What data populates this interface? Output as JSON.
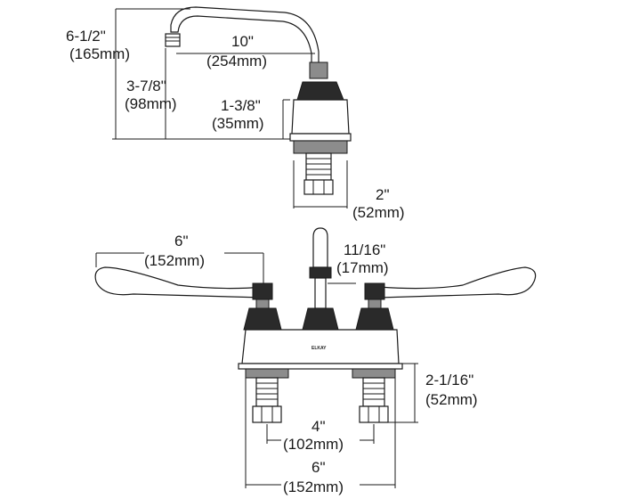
{
  "dimensions": {
    "overall_height": {
      "in": "6-1/2\"",
      "mm": "(165mm)"
    },
    "spout_reach": {
      "in": "10\"",
      "mm": "(254mm)"
    },
    "spout_height": {
      "in": "3-7/8\"",
      "mm": "(98mm)"
    },
    "base_height": {
      "in": "1-3/8\"",
      "mm": "(35mm)"
    },
    "base_width": {
      "in": "2\"",
      "mm": "(52mm)"
    },
    "handle_length": {
      "in": "6\"",
      "mm": "(152mm)"
    },
    "spout_diameter": {
      "in": "11/16\"",
      "mm": "(17mm)"
    },
    "shank_length": {
      "in": "2-1/16\"",
      "mm": "(52mm)"
    },
    "center_spacing": {
      "in": "4\"",
      "mm": "(102mm)"
    },
    "overall_width": {
      "in": "6\"",
      "mm": "(152mm)"
    }
  },
  "brand": "ELKAY"
}
